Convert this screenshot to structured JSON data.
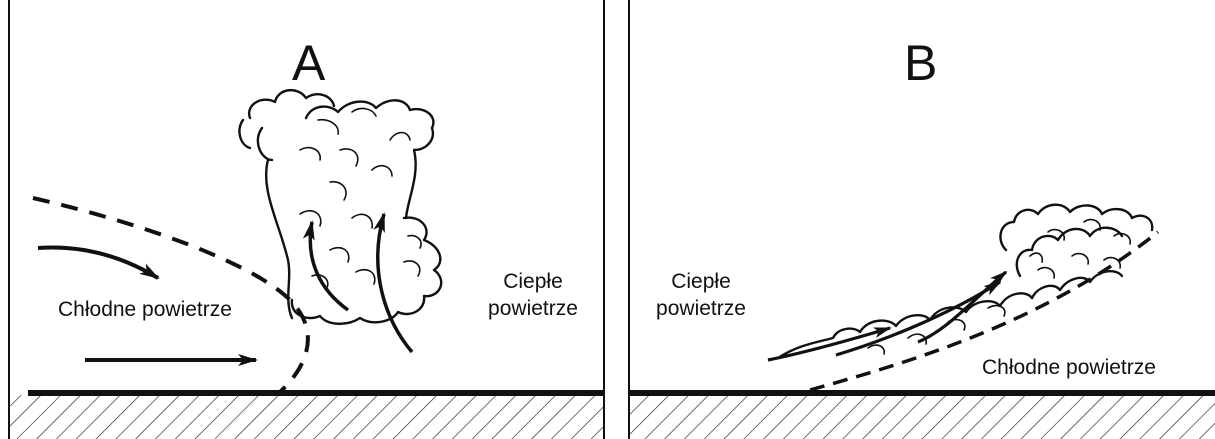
{
  "panel_a": {
    "letter": "A",
    "cold_air": "Chłodne powietrze",
    "warm_air": [
      "Ciepłe",
      "powietrze"
    ]
  },
  "panel_b": {
    "letter": "B",
    "warm_air": [
      "Ciepłe",
      "powietrze"
    ],
    "cold_air": "Chłodne powietrze"
  },
  "colors": {
    "ink": "#111111",
    "background": "#ffffff"
  }
}
